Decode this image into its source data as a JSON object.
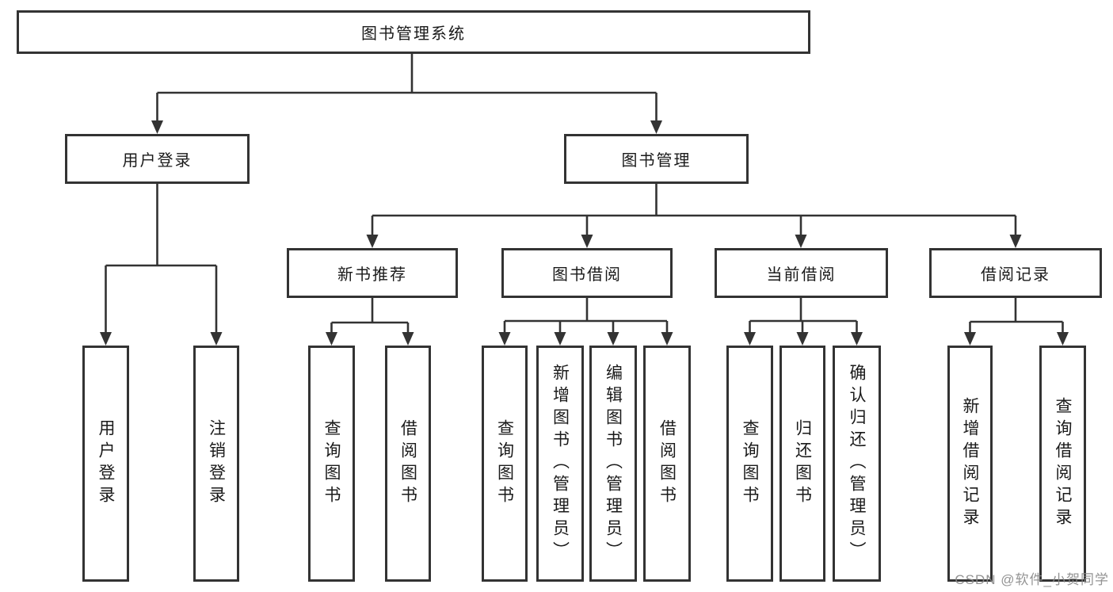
{
  "root": {
    "label": "图书管理系统"
  },
  "branches": [
    {
      "label": "用户登录",
      "children": [
        {
          "label": "用户登录"
        },
        {
          "label": "注销登录"
        }
      ]
    },
    {
      "label": "图书管理",
      "children": [
        {
          "label": "新书推荐",
          "children": [
            {
              "label": "查询图书"
            },
            {
              "label": "借阅图书"
            }
          ]
        },
        {
          "label": "图书借阅",
          "children": [
            {
              "label": "查询图书"
            },
            {
              "label": "新增图书（管理员）"
            },
            {
              "label": "编辑图书（管理员）"
            },
            {
              "label": "借阅图书"
            }
          ]
        },
        {
          "label": "当前借阅",
          "children": [
            {
              "label": "查询图书"
            },
            {
              "label": "归还图书"
            },
            {
              "label": "确认归还（管理员）"
            }
          ]
        },
        {
          "label": "借阅记录",
          "children": [
            {
              "label": "新增借阅记录"
            },
            {
              "label": "查询借阅记录"
            }
          ]
        }
      ]
    }
  ],
  "watermark": {
    "text": "CSDN @软件_小贺同学"
  },
  "colors": {
    "line": "#333333",
    "box_border": "#333333",
    "text": "#1a1a1a",
    "watermark": "#8a8a8a",
    "background": "#ffffff"
  }
}
